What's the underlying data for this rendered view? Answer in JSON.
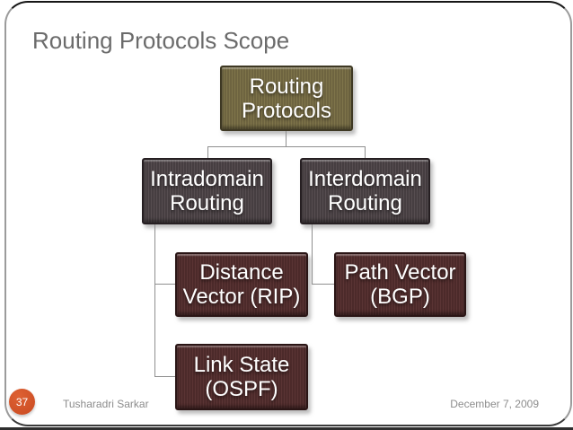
{
  "slide_title": "Routing Protocols Scope",
  "diagram": {
    "type": "hierarchy",
    "nodes": [
      {
        "id": "routing-protocols",
        "label": "Routing Protocols",
        "level": 1,
        "parent": null,
        "fill": "#6f6540",
        "text_color": "#ffffff"
      },
      {
        "id": "intradomain-routing",
        "label": "Intradomain Routing",
        "level": 2,
        "parent": "routing-protocols",
        "fill": "#4a4143",
        "text_color": "#ffffff"
      },
      {
        "id": "interdomain-routing",
        "label": "Interdomain Routing",
        "level": 2,
        "parent": "routing-protocols",
        "fill": "#4a4143",
        "text_color": "#ffffff"
      },
      {
        "id": "distance-vector",
        "label": "Distance Vector (RIP)",
        "level": 3,
        "parent": "intradomain-routing",
        "fill": "#502e2e",
        "text_color": "#ffffff"
      },
      {
        "id": "path-vector",
        "label": "Path Vector (BGP)",
        "level": 3,
        "parent": "interdomain-routing",
        "fill": "#502e2e",
        "text_color": "#ffffff"
      },
      {
        "id": "link-state",
        "label": "Link State (OSPF)",
        "level": 3,
        "parent": "intradomain-routing",
        "fill": "#502e2e",
        "text_color": "#ffffff"
      }
    ],
    "edges": [
      {
        "from": "routing-protocols",
        "to": "intradomain-routing"
      },
      {
        "from": "routing-protocols",
        "to": "interdomain-routing"
      },
      {
        "from": "intradomain-routing",
        "to": "distance-vector"
      },
      {
        "from": "intradomain-routing",
        "to": "link-state"
      },
      {
        "from": "interdomain-routing",
        "to": "path-vector"
      }
    ]
  },
  "footer": {
    "page_number": "37",
    "author": "Tusharadri Sarkar",
    "date": "December 7, 2009"
  },
  "colors": {
    "title_text": "#6b6b6b",
    "footer_text": "#8c8c8c",
    "page_badge": "#d14f28",
    "connector": "#8f8f8f",
    "frame_border": "#9b9b9b",
    "background": "#ffffff"
  }
}
